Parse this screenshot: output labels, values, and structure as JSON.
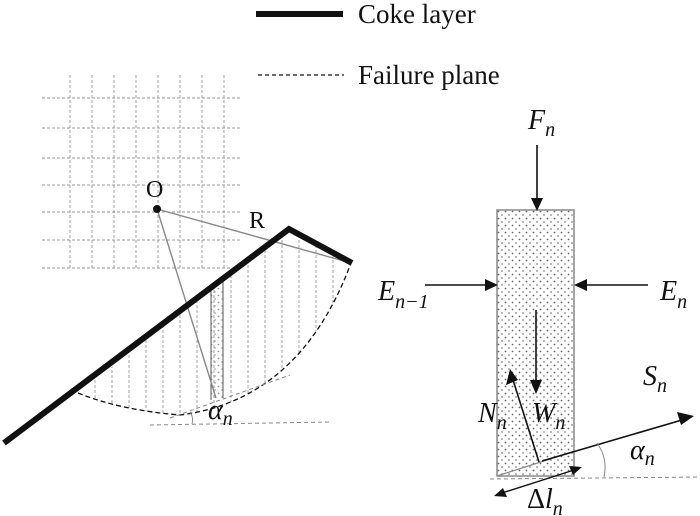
{
  "legend": {
    "coke_layer": "Coke layer",
    "failure_plane": "Failure plane"
  },
  "slope": {
    "center_label": "O",
    "radius_label": "R",
    "angle_symbol": "α",
    "angle_sub": "n"
  },
  "slice": {
    "top_force": "F",
    "top_force_sub": "n",
    "left_force": "E",
    "left_force_sub": "n−1",
    "right_force": "E",
    "right_force_sub": "n",
    "weight": "W",
    "weight_sub": "n",
    "normal": "N",
    "normal_sub": "n",
    "shear": "S",
    "shear_sub": "n",
    "angle": "α",
    "angle_sub": "n",
    "length_delta": "Δ",
    "length": "l",
    "length_sub": "n"
  }
}
